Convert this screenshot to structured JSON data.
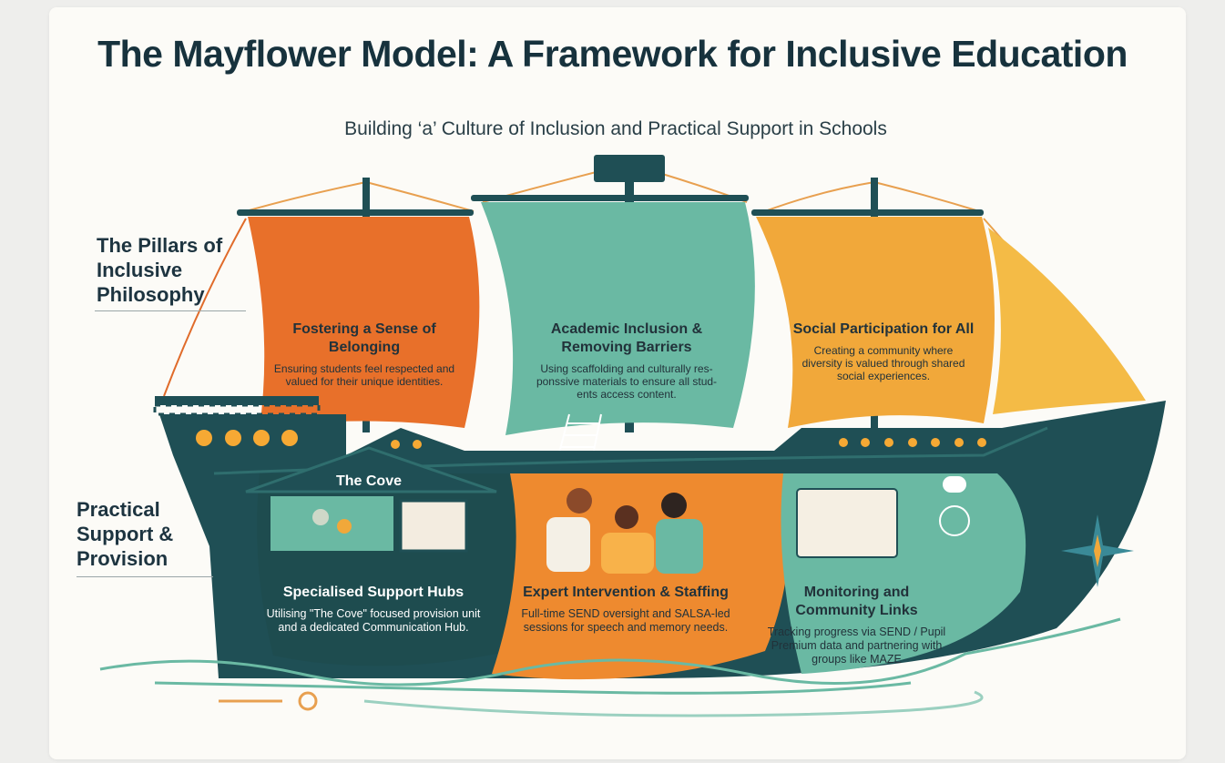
{
  "title": "The Mayflower Model: A Framework for Inclusive Education",
  "subtitle": "Building ‘a’ Culture of Inclusion and Practical Support in Schools",
  "sections": {
    "pillars_label": "The Pillars of Inclusive Philosophy",
    "support_label": "Practical Support & Provision"
  },
  "sails": [
    {
      "heading": "Fostering a Sense of Belonging",
      "text": "Ensuring students feel respected and valued for their unique identities.",
      "color": "#e8702a",
      "icon": "people-circle-icon"
    },
    {
      "heading": "Academic Inclusion & Removing Barriers",
      "text": "Using scaffolding and culturally res-ponssive materials to ensure all stud-ents access content.",
      "color": "#6ab9a3",
      "icon": "book-bridge-icon"
    },
    {
      "heading": "Social Participation for All",
      "text": "Creating a community where diversity is valued through shared social experiences.",
      "color": "#f1a83a",
      "icon": "community-group-icon"
    }
  ],
  "provisions": [
    {
      "tag": "The Cove",
      "heading": "Specialised Support Hubs",
      "text": "Utilising \"The Cove\" focused provision unit and a dedicated Communication Hub.",
      "color": "#1f5a5a",
      "icon": "classroom-icon"
    },
    {
      "heading": "Expert Intervention & Staffing",
      "text": "Full-time SEND oversight and SALSA-led sessions for speech and memory needs.",
      "color": "#ee8a2f",
      "icon": "staff-session-icon"
    },
    {
      "heading": "Monitoring and Community Links",
      "text": "Tracking progress via SEND / Pupil Premium data and partnering with groups like MAZE",
      "color": "#6ab9a3",
      "icon": "data-dashboard-icon"
    }
  ],
  "colors": {
    "dark_teal": "#1f4f55",
    "orange": "#e8702a",
    "teal": "#6ab9a3",
    "gold": "#f1a83a"
  }
}
